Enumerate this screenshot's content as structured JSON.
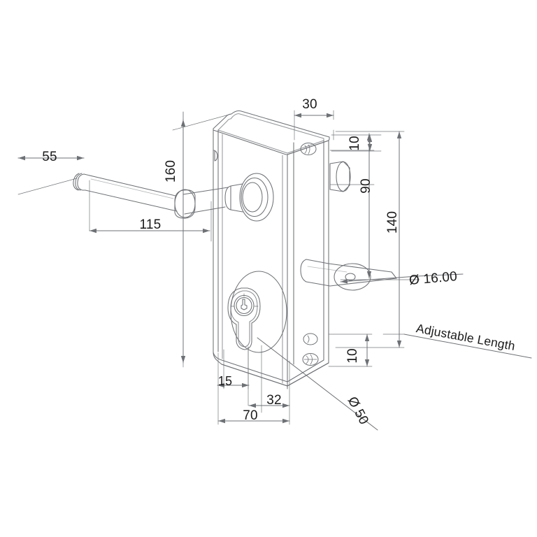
{
  "drawing": {
    "title": "Door lock with lever handles and euro cylinder - dimensioned isometric drawing",
    "line_color": "#6e7175",
    "text_color": "#1b1b1b",
    "background": "#ffffff",
    "units": "mm"
  },
  "dimensions": {
    "lever_projection": "55",
    "plate_height": "160",
    "body_depth": "30",
    "edge_offset_top": "10",
    "spindle_to_top": "90",
    "overall_height_right": "140",
    "lever_length": "115",
    "cylinder_offset": "15",
    "backset": "32",
    "plate_width": "70",
    "edge_offset_bottom": "10",
    "spindle_diameter": "Ø 16.00",
    "rose_diameter": "Ø 50",
    "adjustable_note": "Adjustable Length"
  }
}
